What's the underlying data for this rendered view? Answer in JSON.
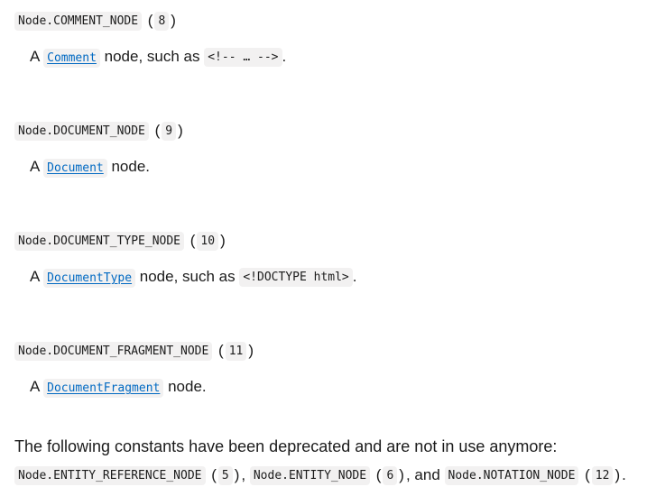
{
  "entries": [
    {
      "name": "Node.COMMENT_NODE",
      "value": "8",
      "desc_prefix": "A ",
      "link": "Comment",
      "desc_mid": " node, such as ",
      "code": "<!-- … -->",
      "desc_suffix": "."
    },
    {
      "name": "Node.DOCUMENT_NODE",
      "value": "9",
      "desc_prefix": "A ",
      "link": "Document",
      "desc_mid": " node.",
      "code": "",
      "desc_suffix": ""
    },
    {
      "name": "Node.DOCUMENT_TYPE_NODE",
      "value": "10",
      "desc_prefix": "A ",
      "link": "DocumentType",
      "desc_mid": " node, such as ",
      "code": "<!DOCTYPE html>",
      "desc_suffix": "."
    },
    {
      "name": "Node.DOCUMENT_FRAGMENT_NODE",
      "value": "11",
      "desc_prefix": "A ",
      "link": "DocumentFragment",
      "desc_mid": " node.",
      "code": "",
      "desc_suffix": ""
    }
  ],
  "deprecated": {
    "intro": "The following constants have been deprecated and are not in use anymore:",
    "items": [
      {
        "name": "Node.ENTITY_REFERENCE_NODE",
        "value": "5"
      },
      {
        "name": "Node.ENTITY_NODE",
        "value": "6"
      },
      {
        "name": "Node.NOTATION_NODE",
        "value": "12"
      }
    ],
    "sep1": ", ",
    "sep2": ", and ",
    "end": "."
  }
}
